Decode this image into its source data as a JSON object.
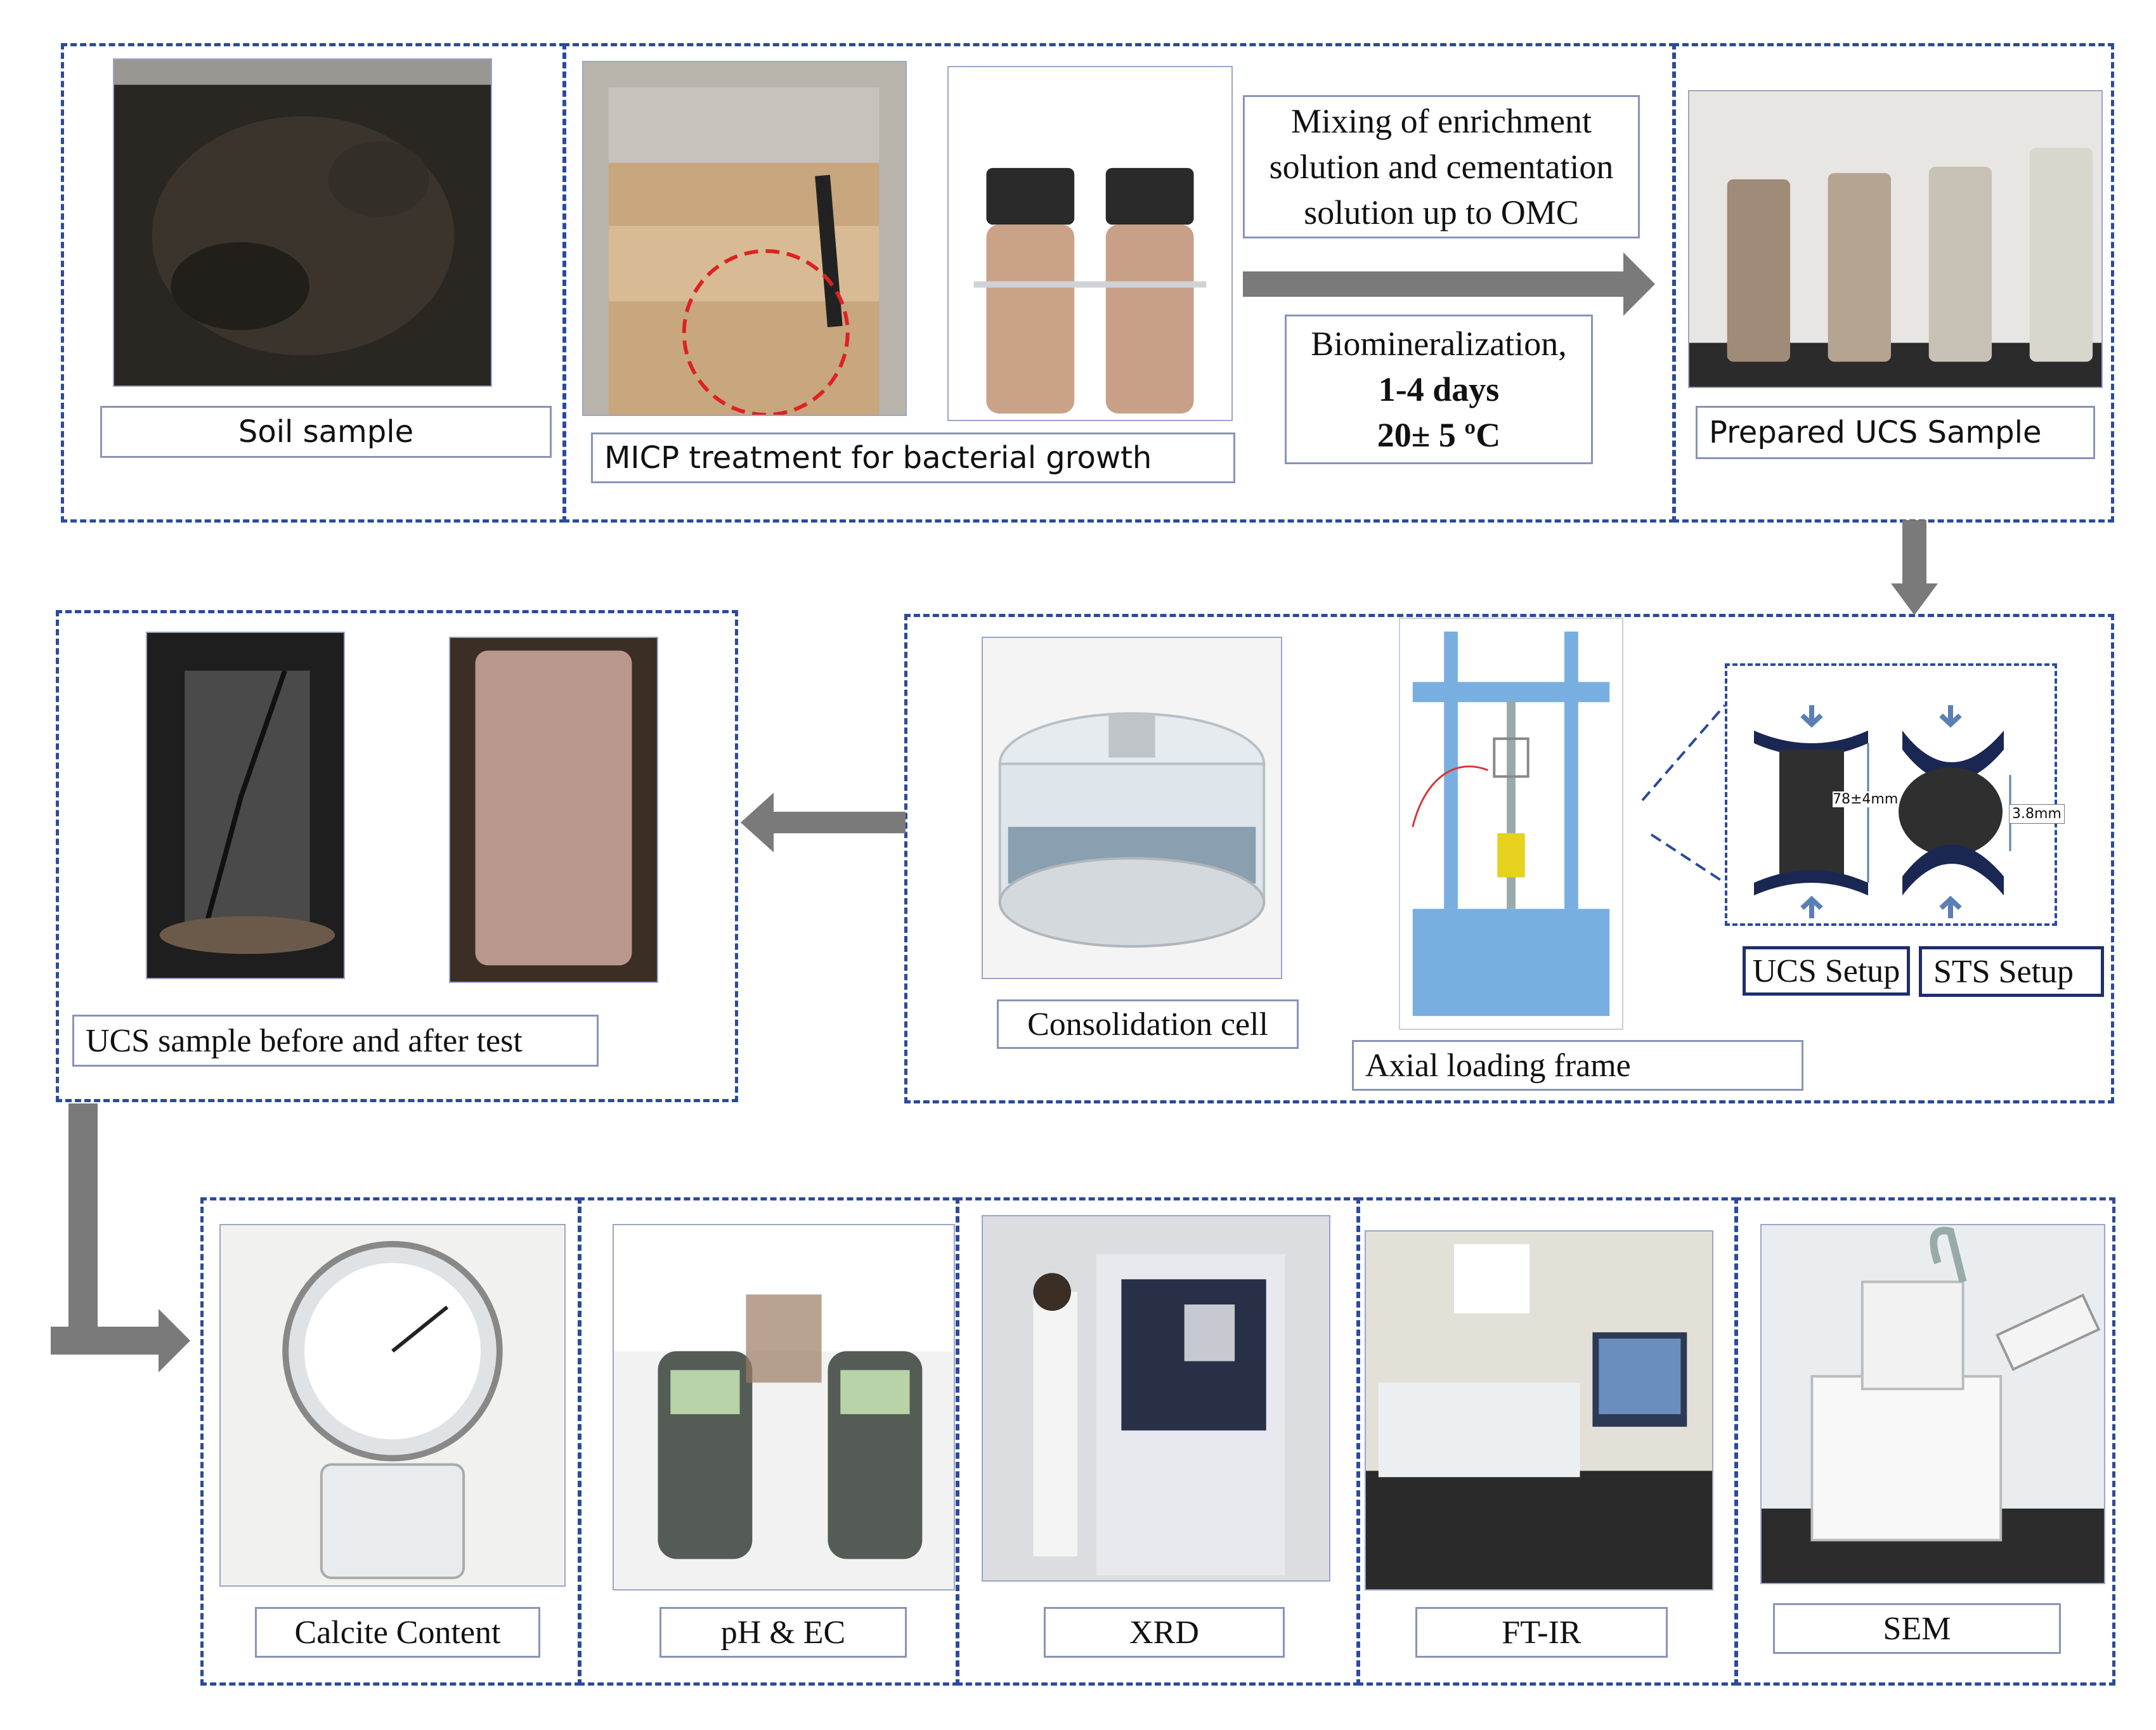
{
  "colors": {
    "frame": "#2b4a9c",
    "arrow": "#7a7a7a",
    "label_border": "#8894b8"
  },
  "row1": {
    "soil_label": "Soil sample",
    "micp_label": "MICP treatment for bacterial growth",
    "mixing": [
      "Mixing of enrichment",
      "solution and cementation",
      "solution up to OMC"
    ],
    "bio_title": "Biomineralization,",
    "bio_days": "1-4 days",
    "bio_temp": "20± 5 ºC",
    "prepared_label": "Prepared UCS Sample"
  },
  "row2": {
    "ucs_before_after_label": "UCS sample before and after test",
    "consolidation_label": "Consolidation cell",
    "axial_label": "Axial loading frame",
    "ucs_setup_label": "UCS Setup",
    "sts_setup_label": "STS Setup",
    "dim_ucs": "78±4mm",
    "dim_sts": "3.8mm"
  },
  "row3": {
    "calcite_label": "Calcite Content",
    "ph_label": "pH & EC",
    "xrd_label": "XRD",
    "ftir_label": "FT-IR",
    "sem_label": "SEM"
  }
}
